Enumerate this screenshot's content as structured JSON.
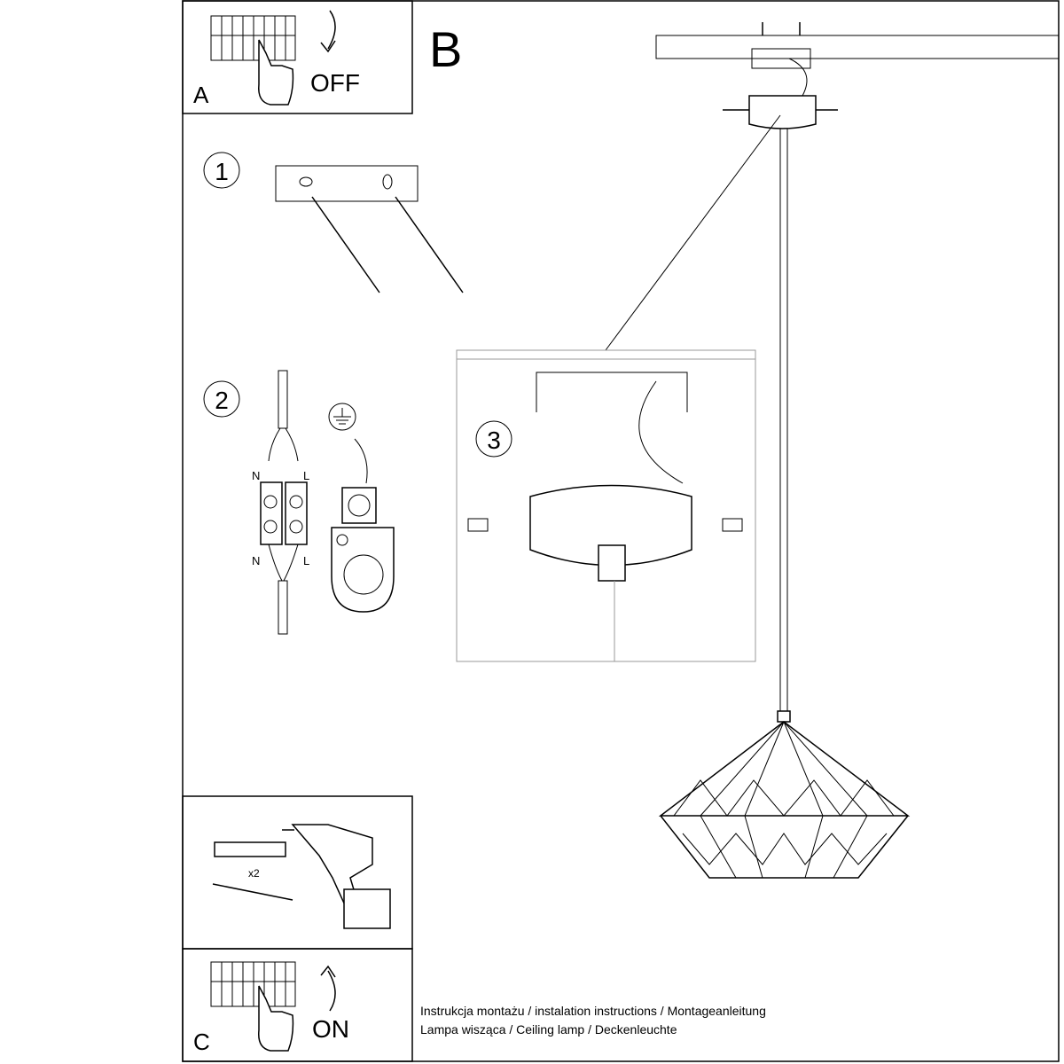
{
  "panel_a": {
    "label": "A",
    "switch_state": "OFF"
  },
  "panel_b": {
    "label": "B"
  },
  "steps": {
    "step1": "1",
    "step2": "2",
    "step3": "3"
  },
  "wiring": {
    "n_top": "N",
    "l_top": "L",
    "n_bottom": "N",
    "l_bottom": "L"
  },
  "tools": {
    "quantity": "x2"
  },
  "panel_c": {
    "label": "C",
    "switch_state": "ON"
  },
  "footer": {
    "line1": "Instrukcja montażu / instalation instructions / Montageanleitung",
    "line2": "Lampa wisząca / Ceiling lamp  / Deckenleuchte"
  }
}
